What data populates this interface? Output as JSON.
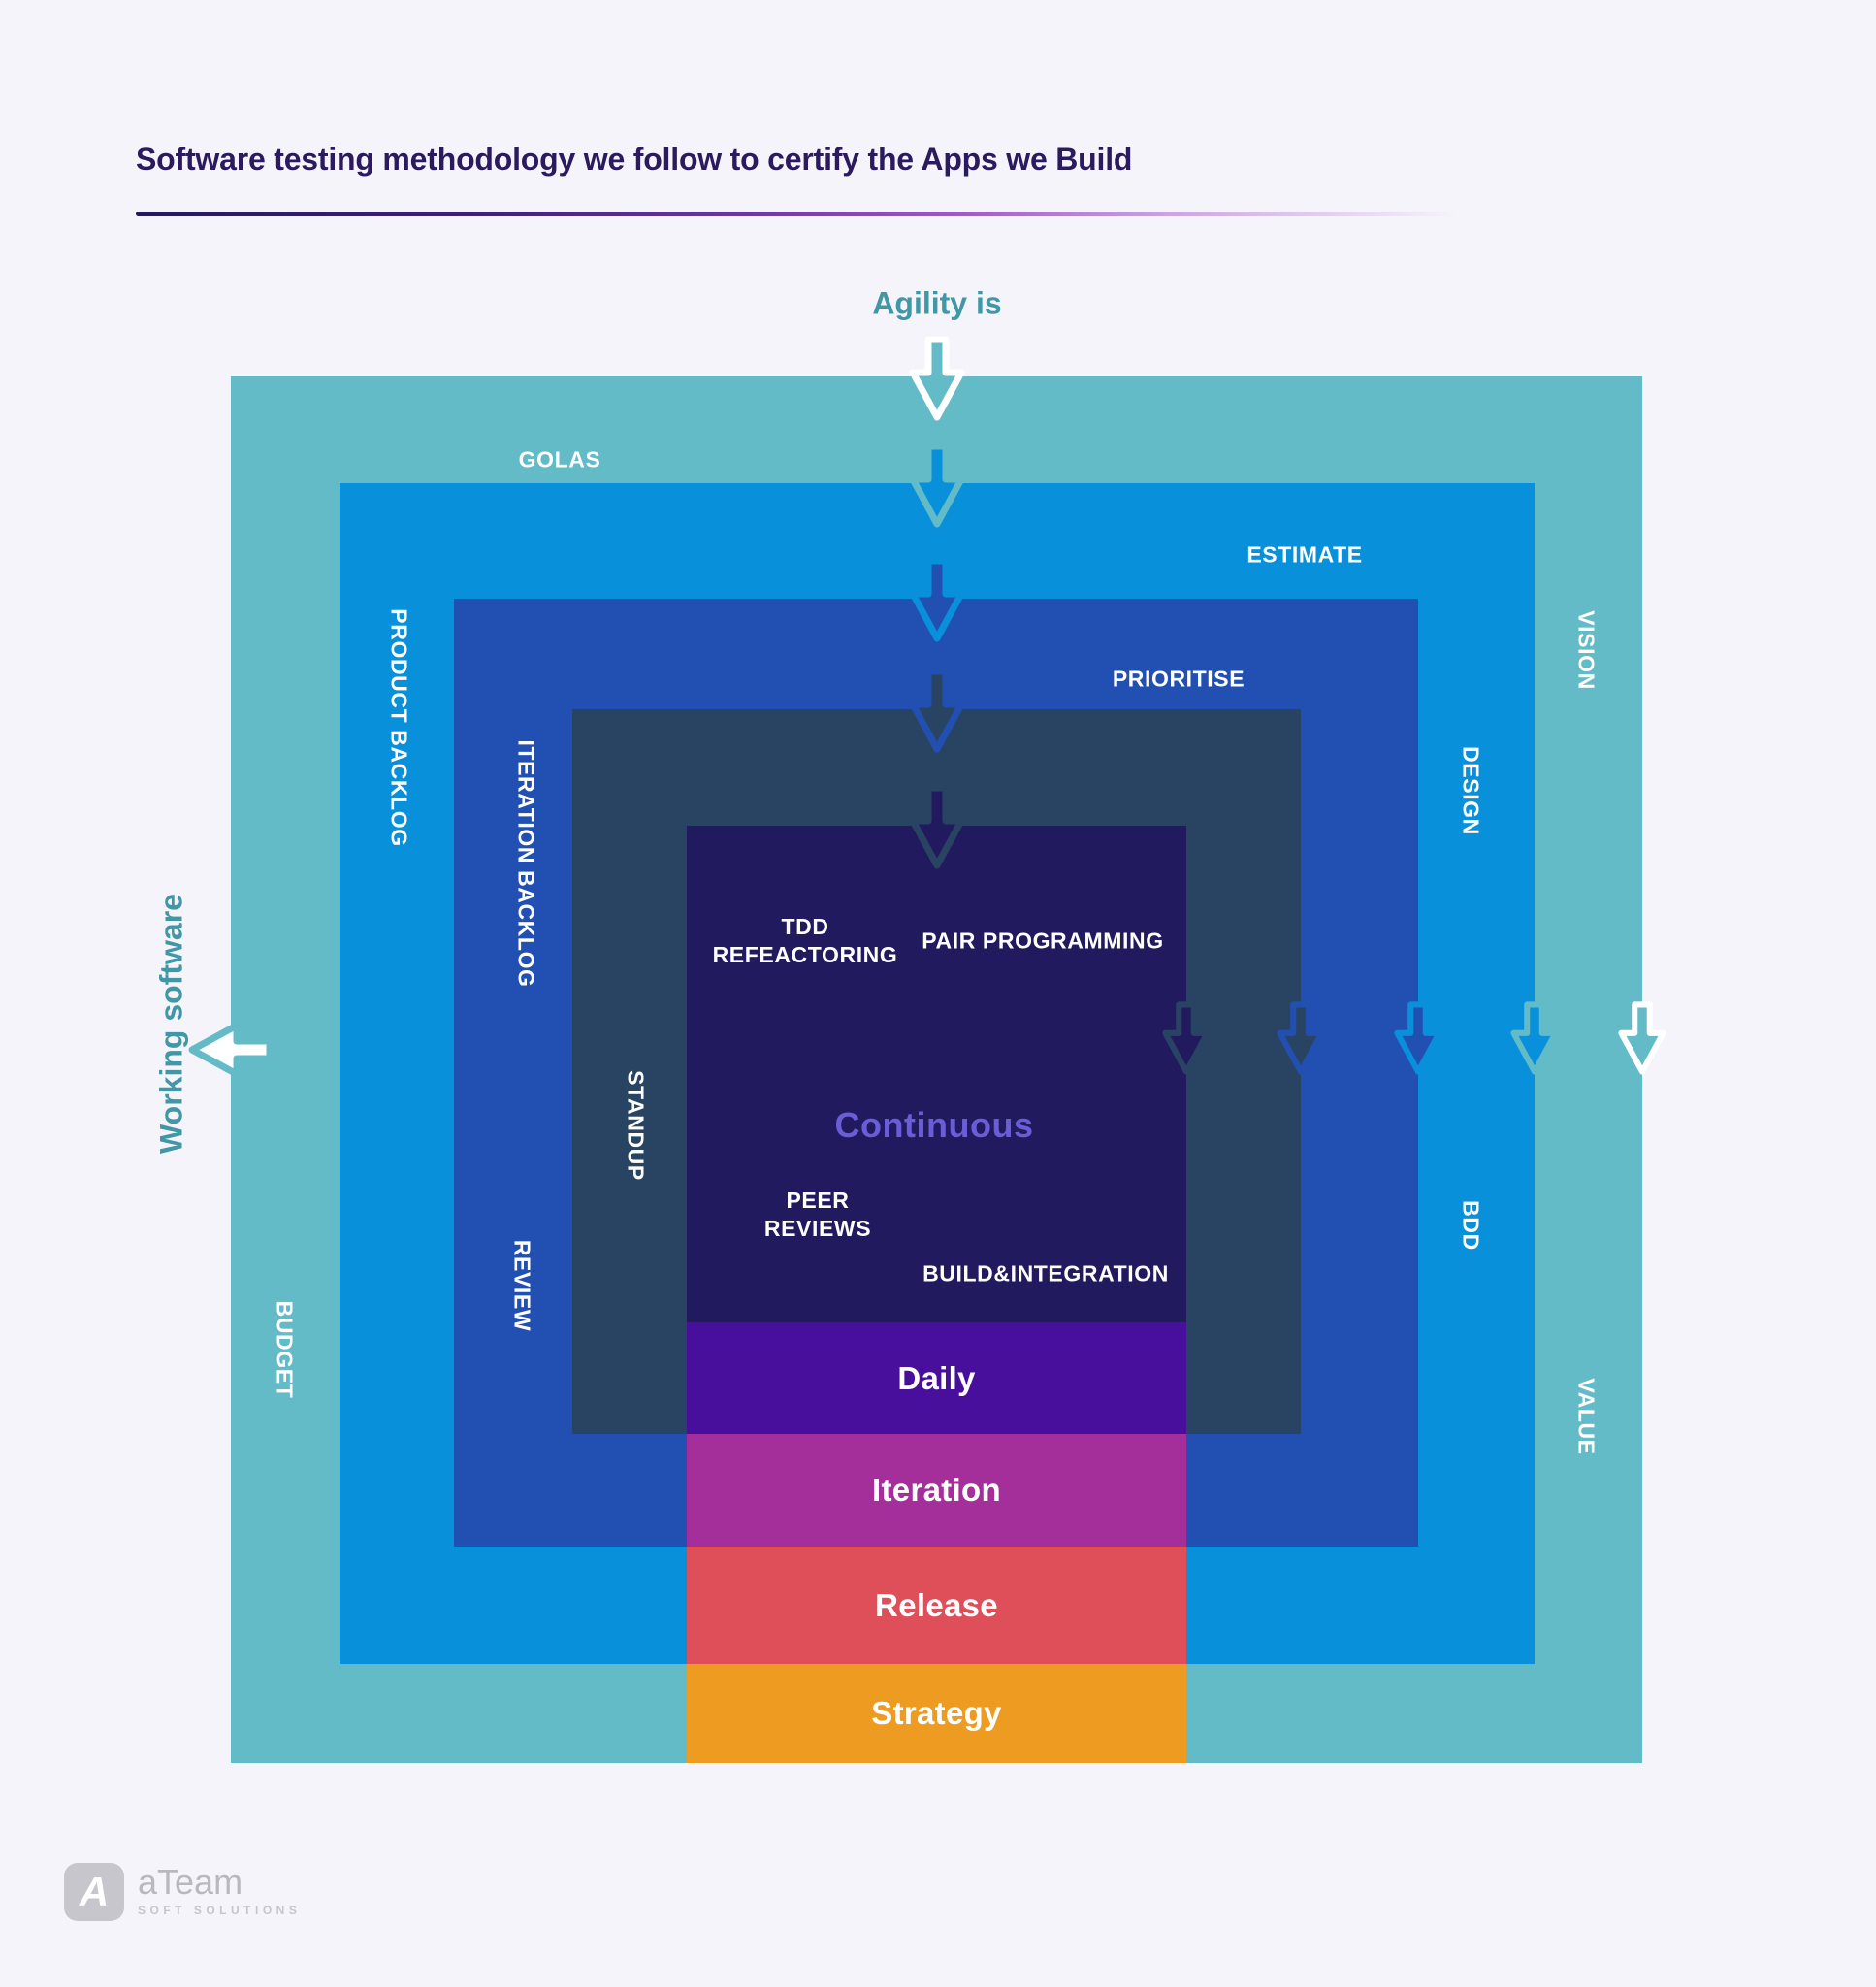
{
  "title": {
    "text": "Software testing methodology we follow to certify the Apps we Build"
  },
  "flow": {
    "agility_label": "Agility is",
    "working_software_label": "Working software"
  },
  "rings": {
    "goals": {
      "top": "GOLAS",
      "left": "BUDGET",
      "right_upper": "VISION",
      "right_lower": "VALUE",
      "color": "#63bbc7",
      "band_label": "Strategy",
      "band_color": "#ee9b21"
    },
    "estimate": {
      "top": "ESTIMATE",
      "left": "PRODUCT BACKLOG",
      "right_upper": "DESIGN",
      "right_lower": "BDD",
      "color": "#0990da",
      "band_label": "Release",
      "band_color": "#df4f59"
    },
    "prioritise": {
      "top": "PRIORITISE",
      "left_upper": "ITERATION BACKLOG",
      "left_lower": "REVIEW",
      "color": "#2150b2",
      "band_label": "Iteration",
      "band_color": "#a42f9a"
    },
    "standup": {
      "left": "STANDUP",
      "color": "#294463",
      "band_label": "Daily",
      "band_color": "#470f9c"
    },
    "continuous": {
      "center": "Continuous",
      "tdd_line1": "TDD",
      "tdd_line2": "REFEACTORING",
      "pair": "PAIR PROGRAMMING",
      "peer_line1": "PEER",
      "peer_line2": "REVIEWS",
      "build": "BUILD&INTEGRATION",
      "color": "#221a5e",
      "center_color": "#6a5ed8"
    }
  },
  "logo": {
    "monogram": "A",
    "name": "aTeam",
    "tagline": "SOFT SOLUTIONS"
  },
  "colors": {
    "background": "#f6f4fb",
    "title_text": "#2b1b5e",
    "flow_text": "#4097a6",
    "label_text": "#ffffff"
  }
}
